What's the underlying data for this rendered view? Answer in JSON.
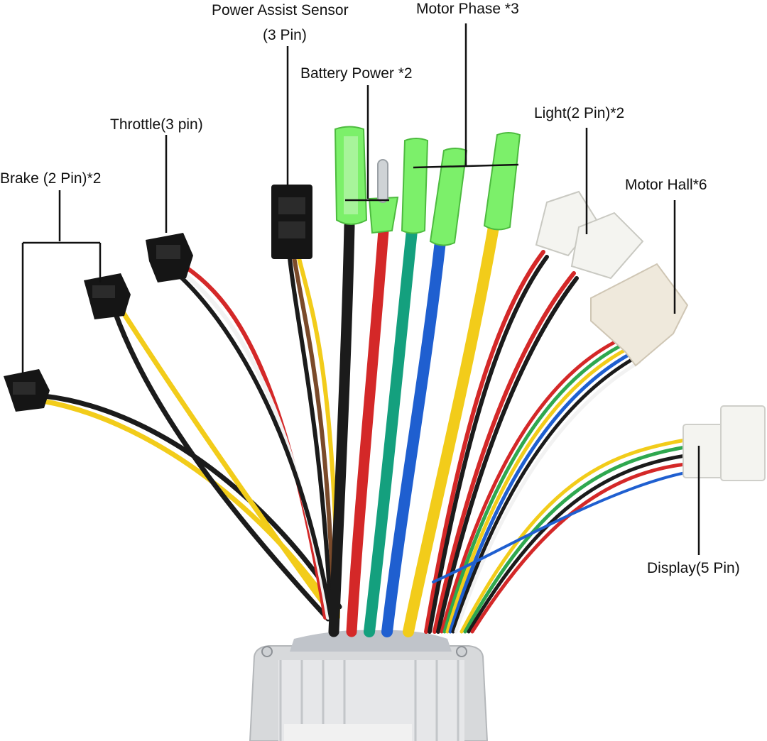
{
  "labels": {
    "power_assist_line1": "Power Assist Sensor",
    "power_assist_line2": "(3 Pin)",
    "motor_phase": "Motor Phase *3",
    "battery_power": "Battery Power *2",
    "throttle": "Throttle(3 pin)",
    "light": "Light(2 Pin)*2",
    "brake": "Brake (2 Pin)*2",
    "motor_hall": "Motor Hall*6",
    "display": "Display(5 Pin)"
  },
  "wire_colors": {
    "black": "#1b1b1b",
    "red": "#d42828",
    "teal": "#14a07e",
    "blue": "#1f5fd0",
    "yellow": "#f2cc1a",
    "green": "#2fa84f",
    "white": "#f2f2f2",
    "brown": "#7a4a2a"
  },
  "connector_colors": {
    "black_plug": "#151515",
    "green_sleeve": "#7cf06a",
    "white_plug": "#f4f4f0",
    "hall_plug": "#efe9dc",
    "controller_body": "#d6d8da"
  }
}
